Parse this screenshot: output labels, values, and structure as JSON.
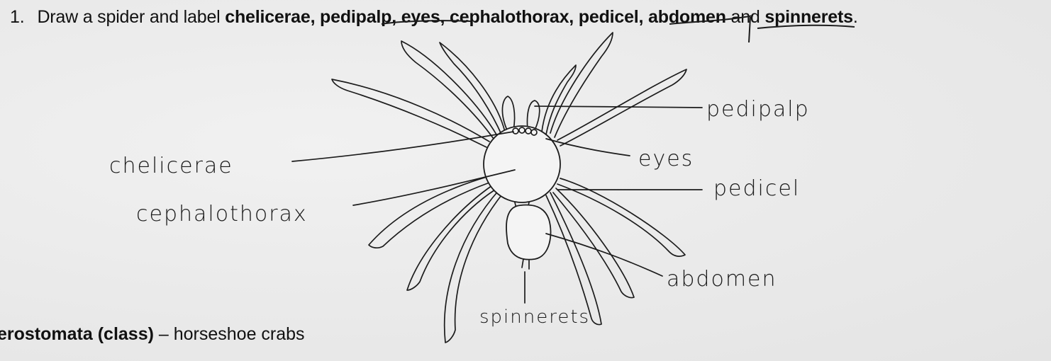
{
  "question": {
    "number": "1.",
    "prefix": "Draw a spider and label ",
    "terms_1": "chelicerae, pedipalp, eyes, cephalothorax, pedicel, abdomen",
    "joiner": " and ",
    "terms_2": "spinnerets",
    "suffix": "."
  },
  "footer": {
    "class_name": "erostomata (class)",
    "rest": " – horseshoe crabs"
  },
  "labels": {
    "chelicerae": "chelicerae",
    "cephalothorax": "cephalothorax",
    "pedipalp": "pedipalp",
    "eyes": "eyes",
    "pedicel": "pedicel",
    "abdomen": "abdomen",
    "spinnerets": "spinnerets"
  }
}
